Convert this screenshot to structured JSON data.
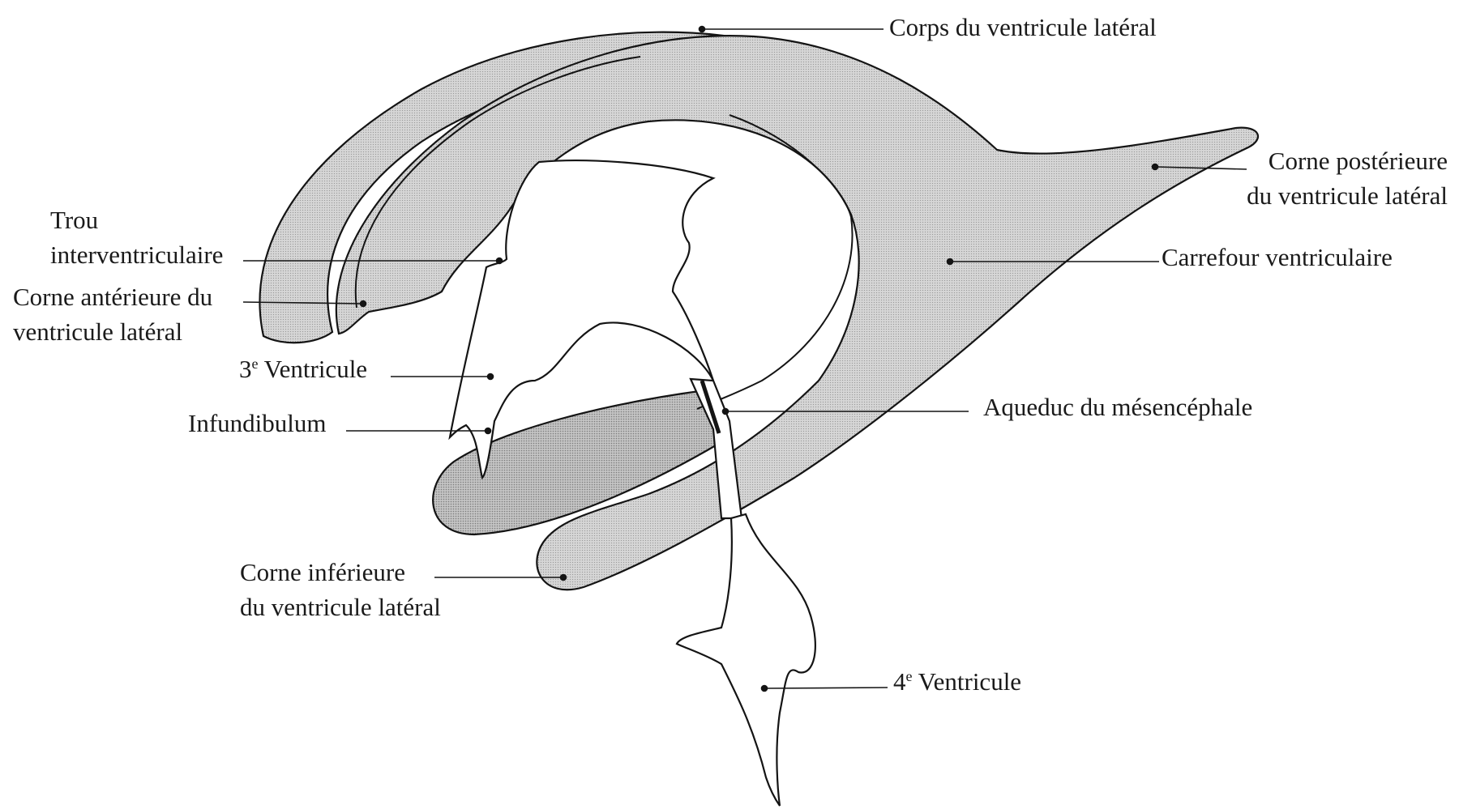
{
  "colors": {
    "fill_lateral": "#d3d3d3",
    "fill_dark": "#bdbdbd",
    "stroke": "#141414",
    "label_text": "#1a1a1a"
  },
  "labels": {
    "corps": "Corps du ventricule latéral",
    "corne_posterieure": [
      "Corne postérieure",
      "du ventricule latéral"
    ],
    "carrefour": "Carrefour ventriculaire",
    "trou": [
      "Trou",
      "interventriculaire"
    ],
    "corne_anterieure": [
      "Corne antérieure du",
      "ventricule latéral"
    ],
    "ventricule3": {
      "number": "3",
      "sup": "e",
      "text": " Ventricule"
    },
    "infundibulum": "Infundibulum",
    "aqueduc": "Aqueduc du mésencéphale",
    "corne_inferieure": [
      "Corne inférieure",
      "du ventricule latéral"
    ],
    "ventricule4": {
      "number": "4",
      "sup": "e",
      "text": " Ventricule"
    }
  }
}
